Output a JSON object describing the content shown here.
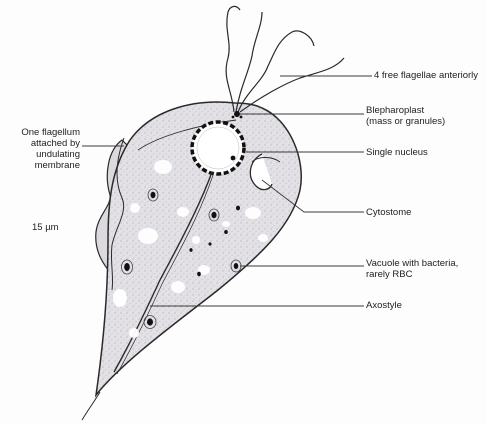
{
  "labels": {
    "flagellae": "4 free flagellae anteriorly",
    "blepharoplast": "Blepharoplast\n(mass or granules)",
    "nucleus": "Single nucleus",
    "cytostome": "Cytostome",
    "vacuole": "Vacuole with bacteria,\nrarely RBC",
    "axostyle": "Axostyle",
    "flagellum_membrane": "One flagellum\nattached by\nundulating\nmembrane",
    "scale": "15 µm"
  },
  "colors": {
    "body_fill": "#e4e2e6",
    "outline": "#2a2a2a",
    "leader": "#3a3a3a",
    "vacuole_dark": "#111111",
    "vacuole_light": "#ffffff"
  }
}
